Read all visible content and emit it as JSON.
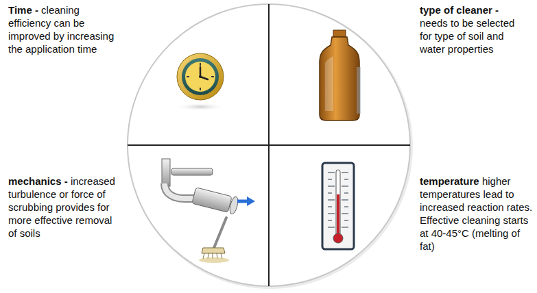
{
  "diagram": {
    "labels": [
      "Time -",
      "cleaning efficiency can be improved by increasing the application time",
      "type of cleaner -",
      "needs to be selected for type of soil and water properties",
      "mechanics -",
      "increased turbulence or force of scrubbing provides for more effective removal of soils",
      "temperature",
      "higher temperatures lead to increased reaction rates. Effective cleaning starts at 40-45°C (melting of fat)"
    ]
  }
}
